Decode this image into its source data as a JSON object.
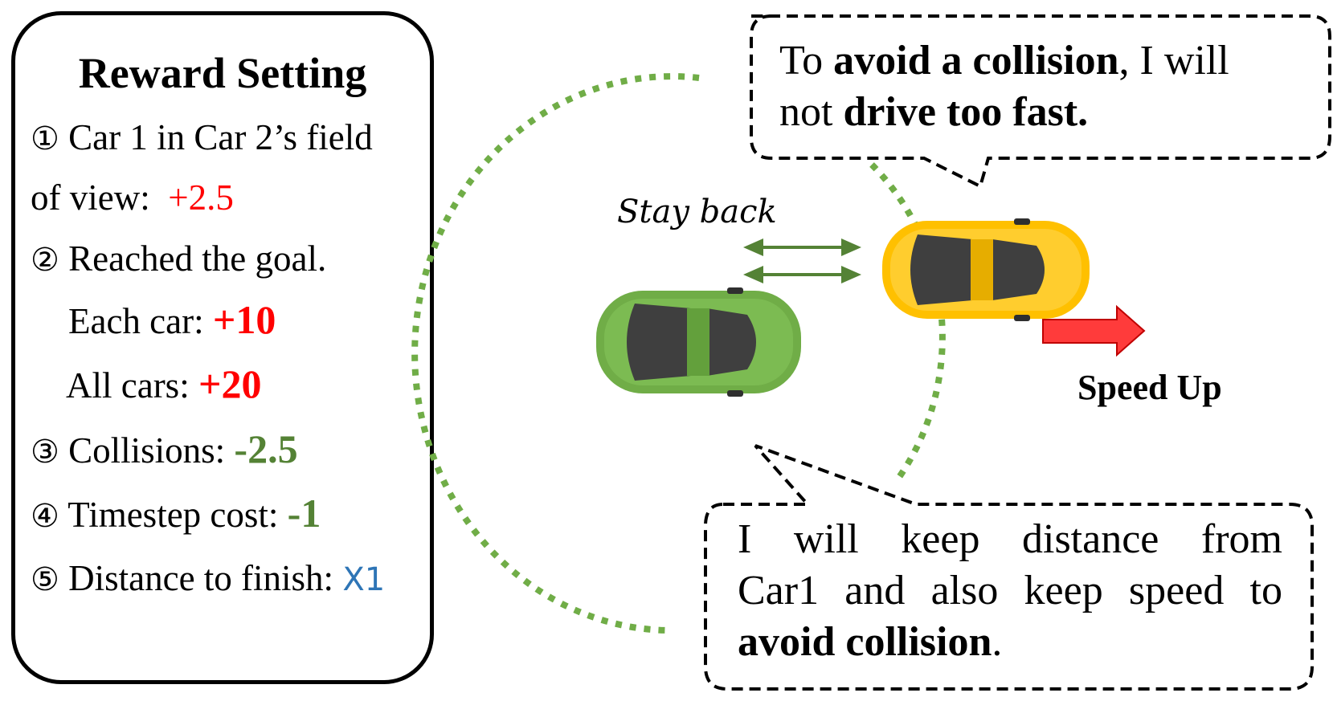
{
  "reward_panel": {
    "title": "Reward Setting",
    "item1": {
      "marker": "①",
      "text_a": "Car 1 in Car 2’s field",
      "text_b": "of view:",
      "value": "+2.5"
    },
    "item2": {
      "marker": "②",
      "text": "Reached the goal.",
      "each_label": "Each car:",
      "each_value": "+10",
      "all_label": "All cars:",
      "all_value": "+20"
    },
    "item3": {
      "marker": "③",
      "label": "Collisions:",
      "value": "-2.5"
    },
    "item4": {
      "marker": "④",
      "label": "Timestep cost:",
      "value": "-1"
    },
    "item5": {
      "marker": "⑤",
      "label": "Distance to finish:",
      "value": "X1"
    }
  },
  "bubble_top": {
    "t1": "To ",
    "b1": "avoid a collision",
    "t2": ", I will",
    "t3": "not ",
    "b2": "drive too fast."
  },
  "bubble_bottom": {
    "line1": "I will keep distance from",
    "line2": "Car1 and also keep speed to",
    "b1": "avoid collision",
    "t1": "."
  },
  "labels": {
    "stay_back": "Stay back",
    "speed_up": "Speed Up"
  },
  "colors": {
    "red": "#ff0000",
    "green_value": "#548235",
    "blue_value": "#2e75b6",
    "dotted_circle": "#70ad47",
    "green_car": "#70ad47",
    "yellow_car": "#ffc000",
    "arrow_green": "#548235",
    "speed_arrow": "#ff0000"
  }
}
